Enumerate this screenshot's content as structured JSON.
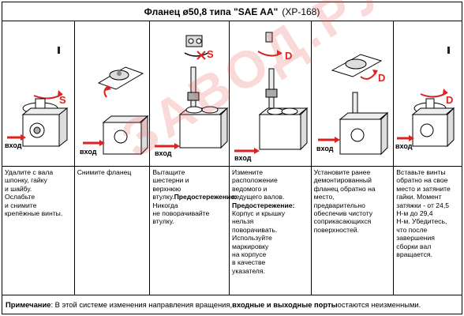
{
  "header": {
    "title": "Фланец ø50,8 типа \"SAE AA\"",
    "code": "(XP-168)"
  },
  "colors": {
    "accent": "#d22222",
    "border": "#000000"
  },
  "steps": [
    {
      "text": "Удалите с вала\nшпонку, гайку\nи шайбу.\nОслабьте\nи снимите\nкрепёжные винты.",
      "warn_label": "",
      "warn_text": "",
      "img_labels": {
        "inlet": "вход",
        "rotation": "S"
      }
    },
    {
      "text": "Снимите фланец",
      "warn_label": "",
      "warn_text": "",
      "img_labels": {
        "inlet": "вход",
        "rotation": ""
      }
    },
    {
      "text": "Вытащите\nшестерни и\nверхнюю втулку.",
      "warn_label": "Предостережение:",
      "warn_text": "\nНикогда\nне поворачивайте\nвтулку.",
      "img_labels": {
        "inlet": "вход",
        "rotation": "S"
      }
    },
    {
      "text": "Измените\nрасположение\nведомого и\nведущего валов.",
      "warn_label": "Предостережение:",
      "warn_text": "\nКорпус и крышку\nнельзя\nповорачивать.\nИспользуйте\nмаркировку\nна корпусе\nв качестве\nуказателя.",
      "img_labels": {
        "inlet": "вход",
        "rotation": "D"
      }
    },
    {
      "text": "Установите ранее\nдемонтированный\nфланец обратно на\nместо,\nпредварительно\nобеспечив чистоту\nсоприкасающихся\nповерхностей.",
      "warn_label": "",
      "warn_text": "",
      "img_labels": {
        "inlet": "вход",
        "rotation": "D"
      }
    },
    {
      "text": "Вставьте винты\nобратно на свое\nместо и затяните\nгайки. Момент\nзатяжки - от 24,5\nН-м до 29,4\nН-м. Убедитесь,\nчто после\nзавершения\nсборки вал\nвращается.",
      "warn_label": "",
      "warn_text": "",
      "img_labels": {
        "inlet": "вход",
        "rotation": "D"
      }
    }
  ],
  "note": {
    "label": "Примечание",
    "text_1": ": В этой системе изменения направления вращения, ",
    "bold": "входные и выходные порты",
    "text_2": " остаются неизменными."
  },
  "watermark": "ЗАВОД.РУ"
}
